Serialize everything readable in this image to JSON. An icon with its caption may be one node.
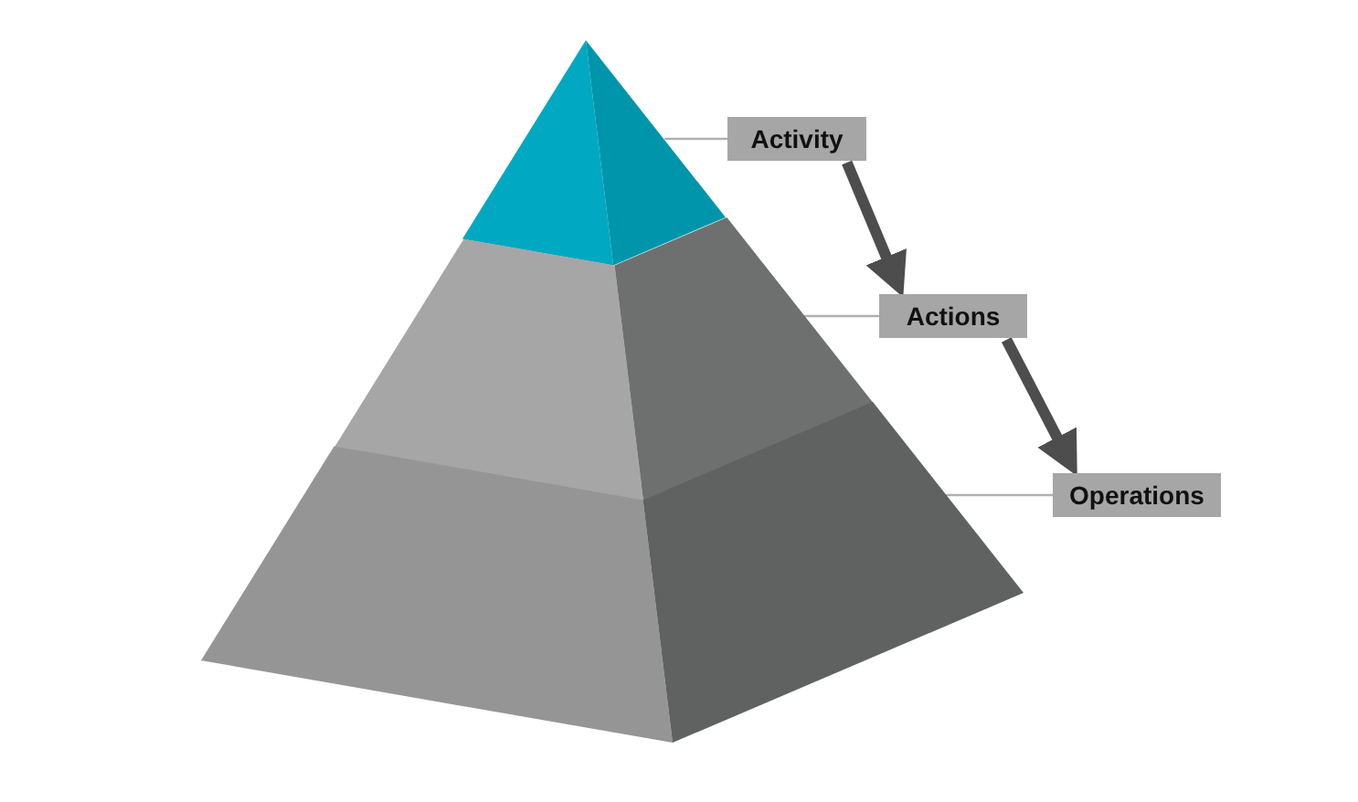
{
  "diagram": {
    "nodes": [
      {
        "text": [],
        "shape": "triangle"
      },
      {
        "text": [
          "Activity"
        ]
      },
      {
        "text": [],
        "shape": "band"
      },
      {
        "text": [
          "Actions"
        ]
      },
      {
        "text": [],
        "shape": "band"
      },
      {
        "text": [
          "Operations"
        ]
      }
    ],
    "edges": [
      {
        "from": 1,
        "to": 0,
        "arrow": "none"
      },
      {
        "from": 3,
        "to": 2,
        "arrow": "none"
      },
      {
        "from": 5,
        "to": 4,
        "arrow": "none"
      },
      {
        "from": 1,
        "to": 3,
        "arrow": "to",
        "style": "thick",
        "color": "#4d4d4d"
      },
      {
        "from": 3,
        "to": 5,
        "arrow": "to",
        "style": "thick",
        "color": "#4d4d4d"
      }
    ]
  }
}
